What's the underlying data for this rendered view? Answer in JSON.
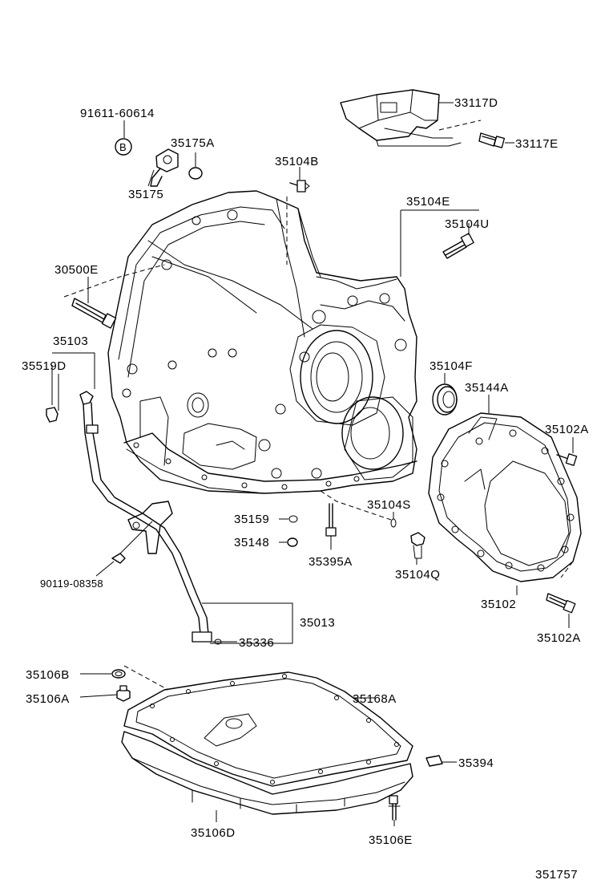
{
  "diagram_id": "351757",
  "callout_b": "B",
  "labels": {
    "p91611": "91611-60614",
    "p35175A": "35175A",
    "p35175": "35175",
    "p35104B": "35104B",
    "p33117D": "33117D",
    "p33117E": "33117E",
    "p35104E": "35104E",
    "p35104U": "35104U",
    "p30500E": "30500E",
    "p35103": "35103",
    "p35519D": "35519D",
    "p35104F": "35104F",
    "p35144A": "35144A",
    "p35102A_top": "35102A",
    "p35159": "35159",
    "p35104S": "35104S",
    "p35148": "35148",
    "p35395A": "35395A",
    "p35104Q": "35104Q",
    "p90119": "90119-08358",
    "p35102": "35102",
    "p35013": "35013",
    "p35336": "35336",
    "p35102A_bot": "35102A",
    "p35106B": "35106B",
    "p35106A": "35106A",
    "p35168A": "35168A",
    "p35394": "35394",
    "p35106D": "35106D",
    "p35106E": "35106E"
  }
}
